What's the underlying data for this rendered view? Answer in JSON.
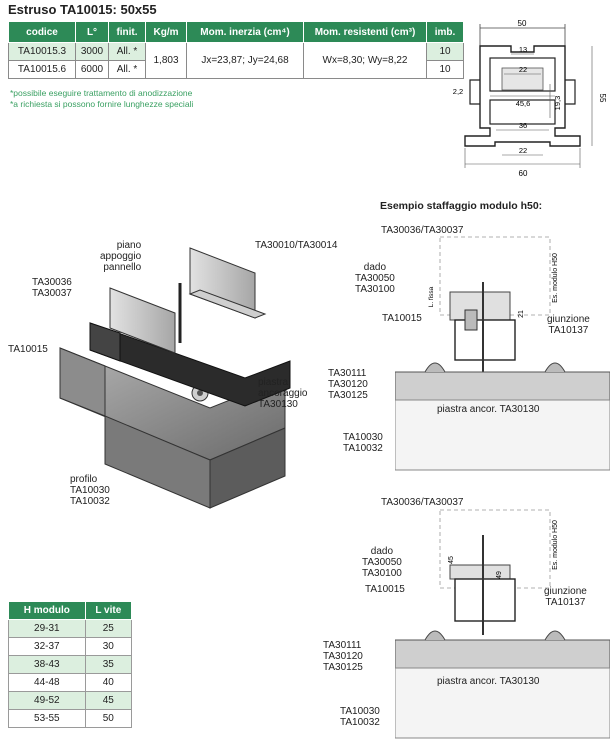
{
  "title": "Estruso TA10015: 50x55",
  "spec_table": {
    "headers": [
      "codice",
      "L°",
      "finit.",
      "Kg/m",
      "Mom. inerzia (cm⁴)",
      "Mom. resistenti (cm³)",
      "imb."
    ],
    "rows": [
      {
        "codice": "TA10015.3",
        "L": "3000",
        "finit": "All. *",
        "imb": "10"
      },
      {
        "codice": "TA10015.6",
        "L": "6000",
        "finit": "All. *",
        "imb": "10"
      }
    ],
    "kgm": "1,803",
    "inerzia": "Jx=23,87; Jy=24,68",
    "resistenti": "Wx=8,30; Wy=8,22"
  },
  "notes": [
    "*possibile eseguire trattamento di anodizzazione",
    "*a richiesta si possono fornire lunghezze speciali"
  ],
  "section_dims": {
    "top_width": "50",
    "slot_top": "13",
    "slot_inner": "22",
    "left_depth": "2,2",
    "inner_width": "45,6",
    "inner_height": "19,3",
    "height": "55",
    "mid_width": "36",
    "bottom_slot": "22",
    "bottom_width": "60"
  },
  "iso_labels": {
    "piano": "piano\nappoggio\npannello",
    "clamp": "TA30010/TA30014",
    "left_code": "TA30036\nTA30037",
    "profile_code": "TA10015",
    "piastra": "piastra\nancoraggio\nTA30130",
    "profilo": "profilo\nTA10030\nTA10032"
  },
  "example": {
    "title": "Esempio staffaggio modulo h50:",
    "top": {
      "clamp": "TA30036/TA30037",
      "dado": "dado\nTA30050\nTA30100",
      "profile": "TA10015",
      "giunzione": "giunzione\nTA10137",
      "screws": "TA30111\nTA30120\nTA30125",
      "piastra": "piastra ancor. TA30130",
      "rail": "TA10030\nTA10032",
      "es_modulo": "Es. modulo H50",
      "l_fissa": "L. fissa",
      "dim_21": "21"
    },
    "bottom": {
      "clamp": "TA30036/TA30037",
      "dado": "dado\nTA30050\nTA30100",
      "profile": "TA10015",
      "giunzione": "giunzione\nTA10137",
      "screws": "TA30111\nTA30120\nTA30125",
      "piastra": "piastra ancor. TA30130",
      "rail": "TA10030\nTA10032",
      "es_modulo": "Es. modulo H50",
      "dim_45": "45",
      "dim_49": "49"
    }
  },
  "h_table": {
    "headers": [
      "H modulo",
      "L vite"
    ],
    "rows": [
      [
        "29-31",
        "25"
      ],
      [
        "32-37",
        "30"
      ],
      [
        "38-43",
        "35"
      ],
      [
        "44-48",
        "40"
      ],
      [
        "49-52",
        "45"
      ],
      [
        "53-55",
        "50"
      ]
    ]
  },
  "colors": {
    "accent": "#2d8a57",
    "light_accent": "#dcefdf",
    "note_text": "#3aa062"
  }
}
